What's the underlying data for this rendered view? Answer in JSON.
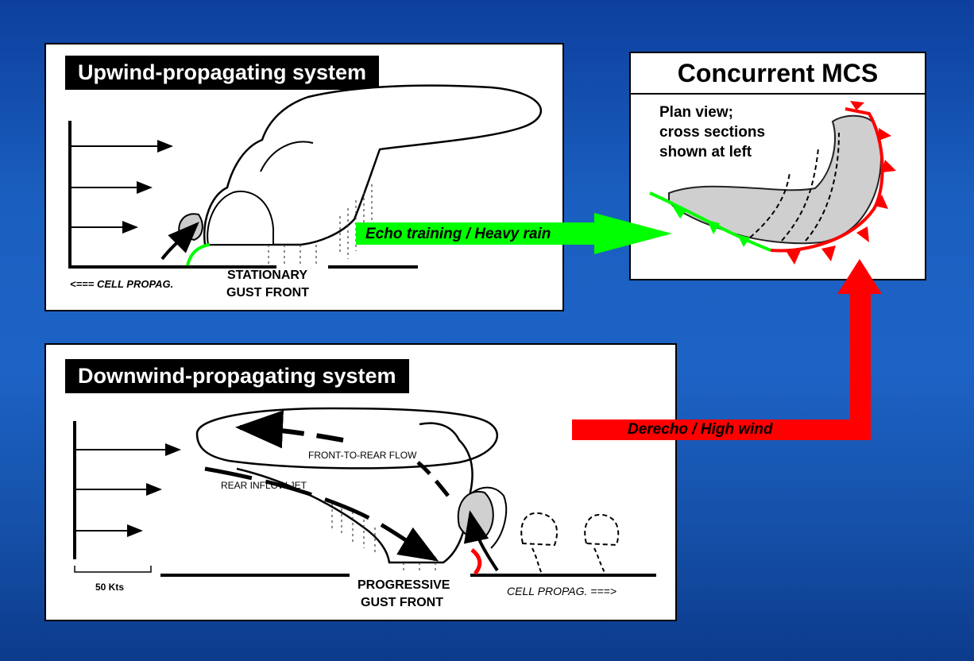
{
  "upwind": {
    "title": "Upwind-propagating system",
    "cell_propag": "<=== CELL PROPAG.",
    "gust_front_line1": "STATIONARY",
    "gust_front_line2": "GUST FRONT"
  },
  "downwind": {
    "title": "Downwind-propagating system",
    "front_to_rear": "FRONT-TO-REAR FLOW",
    "rear_inflow": "REAR INFLOW JET",
    "scale": "50 Kts",
    "gust_front_line1": "PROGRESSIVE",
    "gust_front_line2": "GUST FRONT",
    "cell_propag": "CELL PROPAG. ===>"
  },
  "mcs": {
    "title": "Concurrent MCS",
    "plan_line1": "Plan view;",
    "plan_line2": "cross sections",
    "plan_line3": "shown at left"
  },
  "arrows": {
    "green_label": "Echo training / Heavy rain",
    "red_label": "Derecho / High wind",
    "green_color": "#00ff00",
    "red_color": "#ff0000"
  }
}
